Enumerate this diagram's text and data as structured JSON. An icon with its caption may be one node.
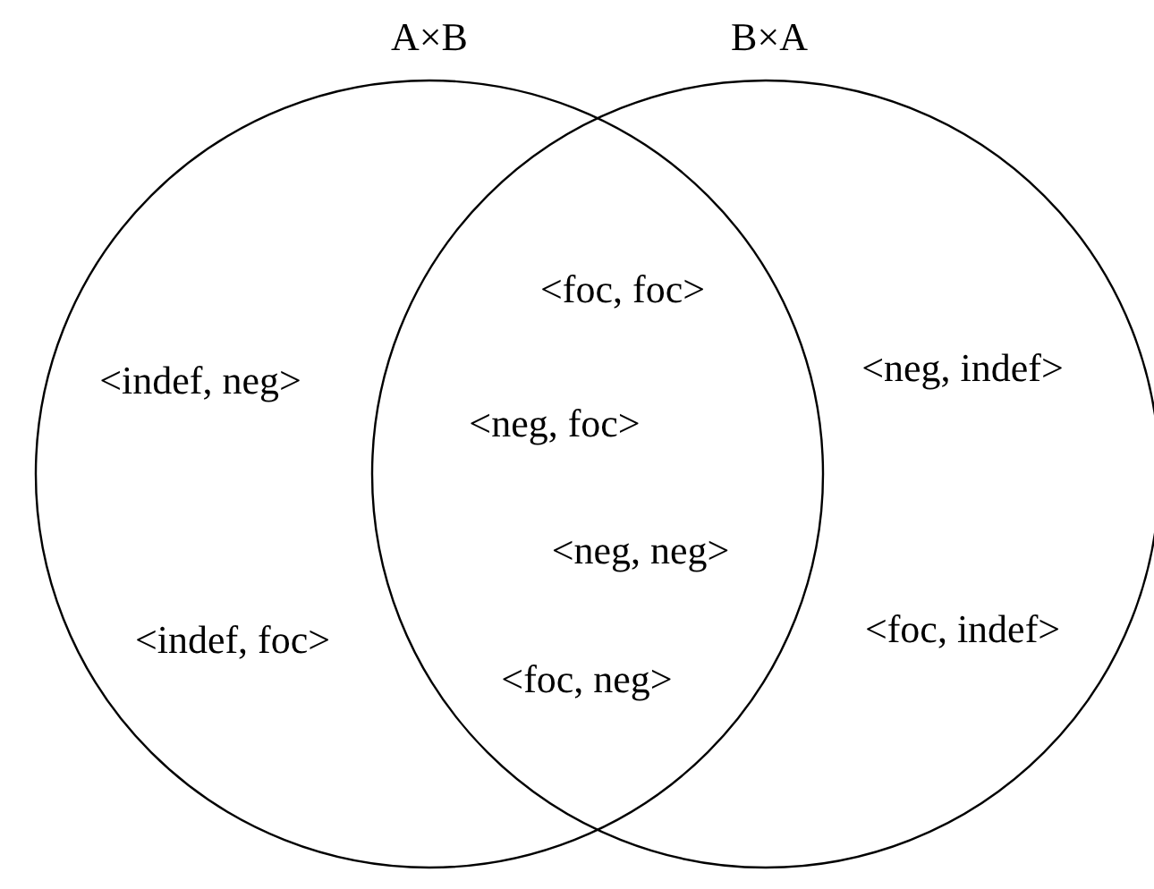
{
  "diagram": {
    "nodes": [
      {
        "text": [
          "A×B"
        ]
      },
      {
        "text": [
          "B×A"
        ]
      }
    ],
    "labels": [
      "<foc, foc>",
      "<indef, neg>",
      "<neg, indef>",
      "<neg, foc>",
      "<neg, neg>",
      "<indef, foc>",
      "<foc, indef>",
      "<foc, neg>"
    ]
  }
}
